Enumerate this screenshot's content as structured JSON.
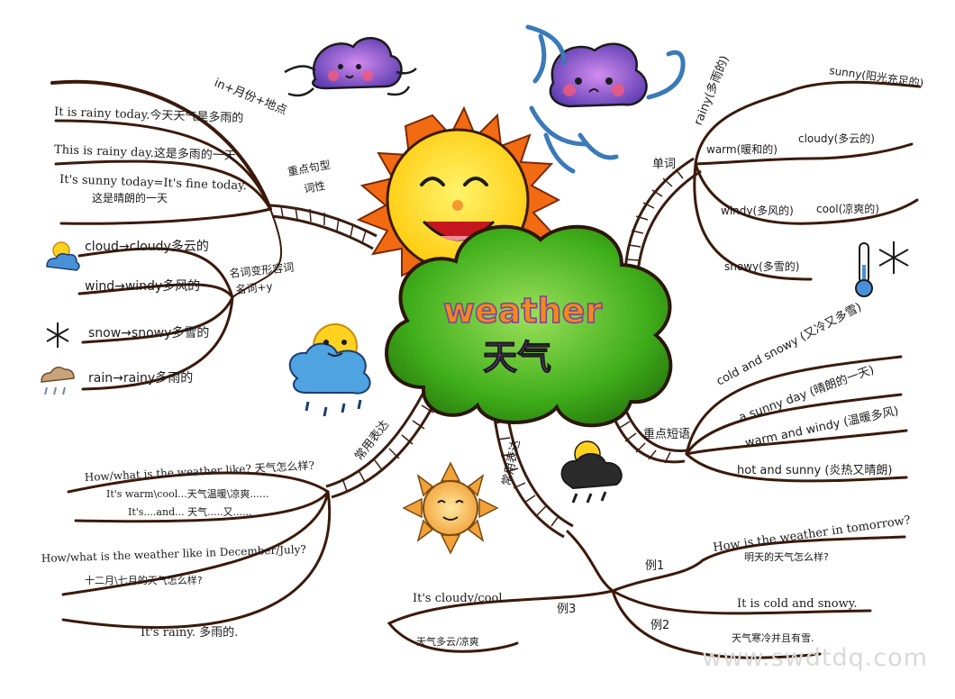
{
  "center": {
    "title_en": "weather",
    "title_zh": "天气"
  },
  "branch_left_top": {
    "label_line1": "重点句型",
    "label_line2": "词性",
    "label_in": "in+月份+地点",
    "items": [
      "It is rainy today.今天天气是多雨的",
      "This is rainy day.这是多雨的一天",
      "It's sunny today=It's fine today.",
      "这是晴朗的一天"
    ]
  },
  "branch_left_mid": {
    "label_line1": "名词变形容词",
    "label_line2": "名词+y",
    "items": [
      "cloud→cloudy多云的",
      "wind→windy多风的",
      "snow→snowy多雪的",
      "rain→rainy多雨的"
    ]
  },
  "branch_left_bottom": {
    "label": "常用表达",
    "items": [
      "How/what is the weather like? 天气怎么样?",
      "It's warm\\cool...天气温暖\\凉爽......",
      "It's....and... 天气.....又......",
      "How/what is the weather like in December/July?",
      "十二月\\七月的天气怎么样?",
      "It's rainy. 多雨的."
    ]
  },
  "branch_right_top": {
    "label": "单词",
    "items": [
      "rainy(多雨的)",
      "sunny(阳光充足的)",
      "warm(暖和的)",
      "cloudy(多云的)",
      "windy(多风的)",
      "cool(凉爽的)",
      "snowy(多雪的)"
    ]
  },
  "branch_right_mid": {
    "label": "重点短语",
    "items": [
      "cold and snowy (又冷又多雪)",
      "a sunny day (晴朗的一天)",
      "warm and windy (温暖多风)",
      "hot and sunny (炎热又晴朗)"
    ]
  },
  "branch_bottom": {
    "label": "常用表达",
    "ex1_label": "例1",
    "ex2_label": "例2",
    "ex3_label": "例3",
    "ex1_items": [
      "How is the weather in tomorrow?",
      "明天的天气怎么样?"
    ],
    "ex2_items": [
      "It is cold and snowy.",
      "天气寒冷并且有雪."
    ],
    "ex3_items": [
      "It's cloudy/cool",
      "天气多云/凉爽"
    ]
  },
  "watermark": "www.swdtdq.com",
  "colors": {
    "cloud_green": "#3fae1a",
    "cloud_green_light": "#86d24a",
    "sun_yellow": "#ffd21f",
    "sun_orange": "#f26a12",
    "branch_brown": "#3b1a0a",
    "title_orange": "#f08a1c",
    "title_purple": "#7a3fa0"
  },
  "icons": [
    "sun-face-icon",
    "purple-cloud-icon",
    "wind-storm-cloud-icon",
    "swirl-wind-icon",
    "thermometer-icon",
    "snowflake-icon",
    "sun-cloud-small-icon",
    "rain-cloud-small-icon",
    "rain-cloud-face-icon",
    "small-sun-icon",
    "storm-cloud-icon"
  ]
}
